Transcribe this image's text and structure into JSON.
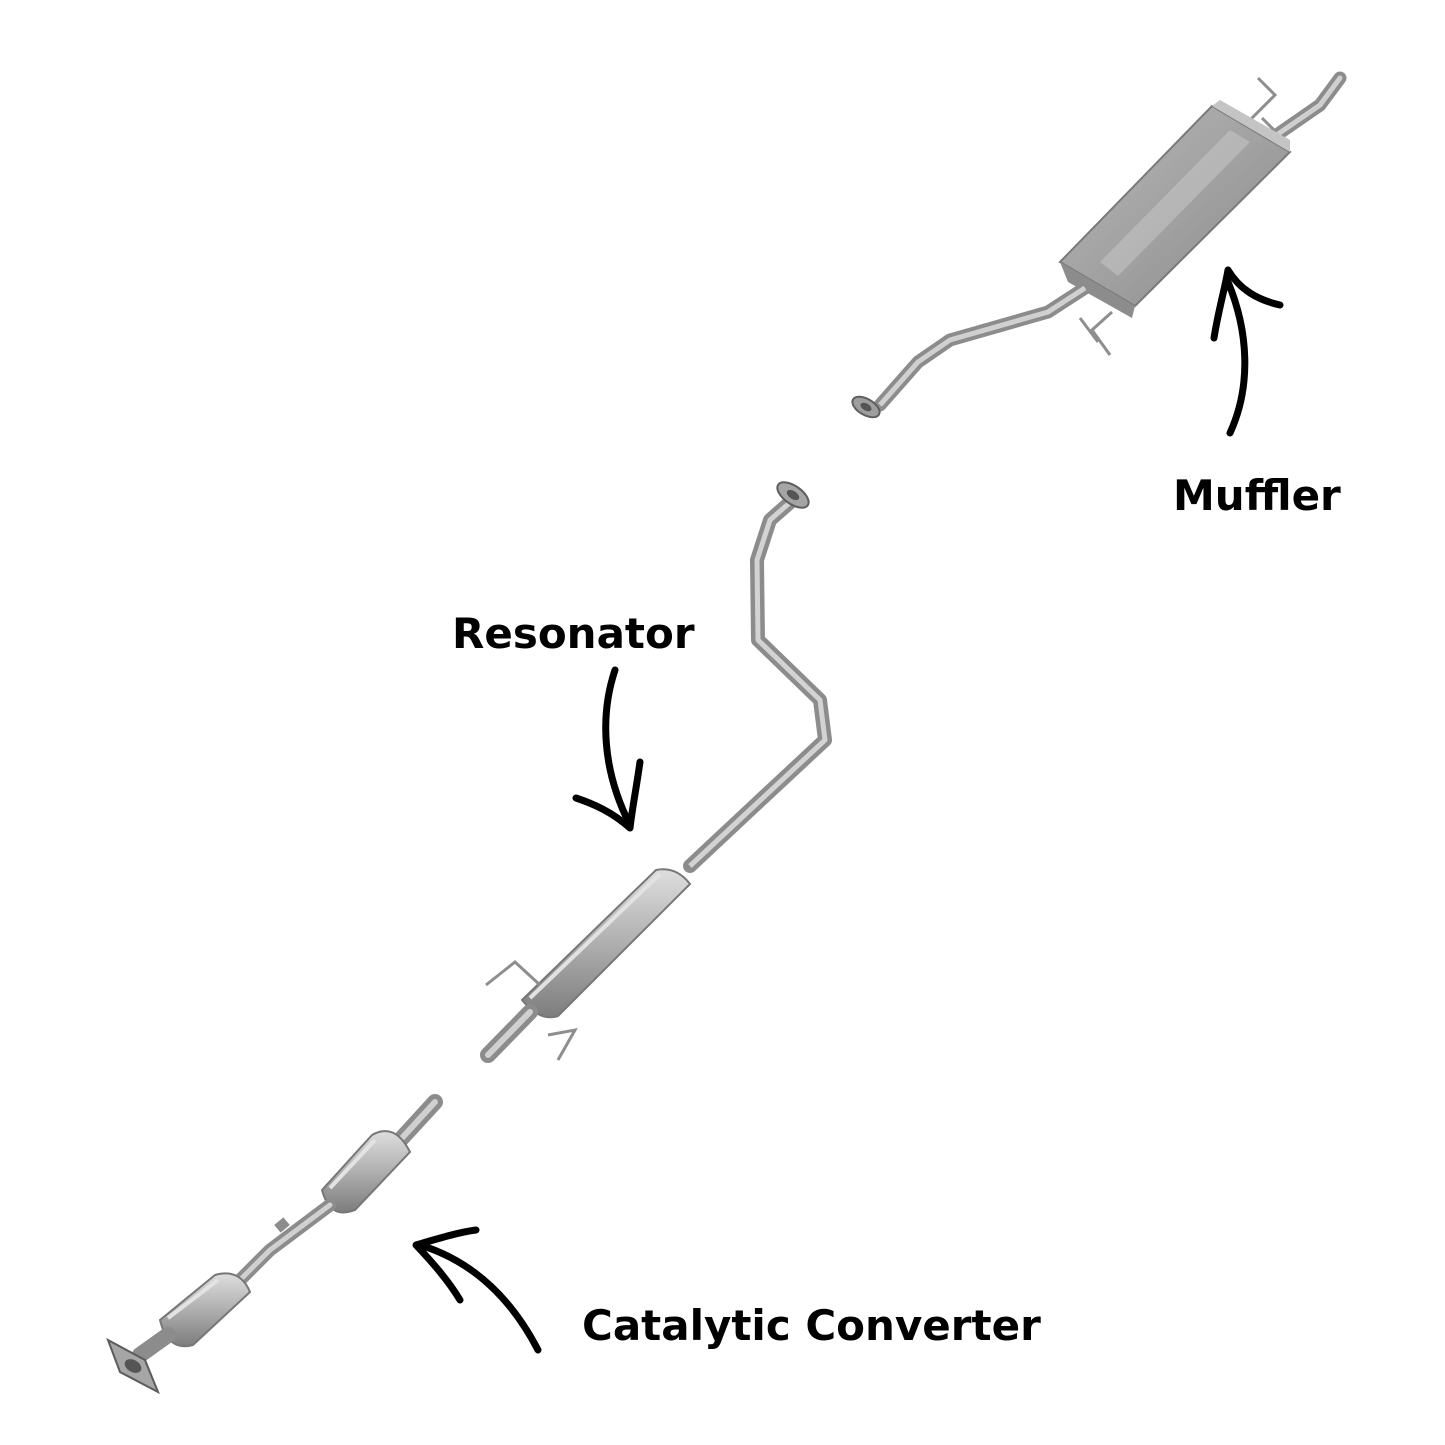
{
  "labels": {
    "muffler": "Muffler",
    "resonator": "Resonator",
    "catalytic_converter": "Catalytic Converter"
  },
  "colors": {
    "background": "#ffffff",
    "label_text": "#000000",
    "arrow": "#000000",
    "metal_light": "#c9c9c9",
    "metal_mid": "#9a9a9a",
    "metal_dark": "#6e6e6e"
  }
}
